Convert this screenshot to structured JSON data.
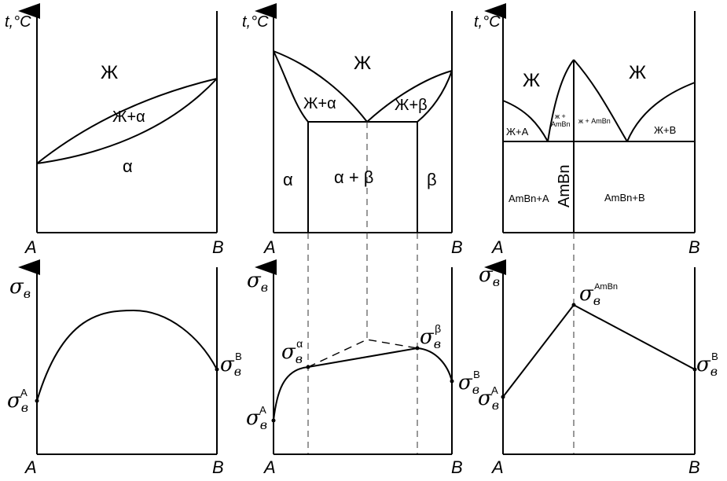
{
  "axes": {
    "temp_label": "t,°C",
    "sigma": "σ",
    "sigma_sub": "в",
    "left_end": "A",
    "right_end": "B"
  },
  "panel1": {
    "liquid": "Ж",
    "two_phase": "Ж+α",
    "solid": "α",
    "sigma_A_sup": "A",
    "sigma_B_sup": "B"
  },
  "panel2": {
    "liquid": "Ж",
    "liq_alpha": "Ж+α",
    "liq_beta": "Ж+β",
    "alpha": "α",
    "alpha_beta": "α + β",
    "beta": "β",
    "sigma_A_sup": "A",
    "sigma_alpha_sup": "α",
    "sigma_beta_sup": "β",
    "sigma_B_sup": "B"
  },
  "panel3": {
    "liquid_left": "Ж",
    "liquid_right": "Ж",
    "liq_A": "Ж+А",
    "liq_AmBn_left_1": "ж +",
    "liq_AmBn_left_2": "AmBn",
    "liq_AmBn_right": "ж + AmBn",
    "liq_B": "Ж+В",
    "compound_A": "AmBn+A",
    "compound": "AmBn",
    "compound_B": "AmBn+B",
    "sigma_A_sup": "A",
    "sigma_compound_sup": "AmBn",
    "sigma_B_sup": "B"
  }
}
